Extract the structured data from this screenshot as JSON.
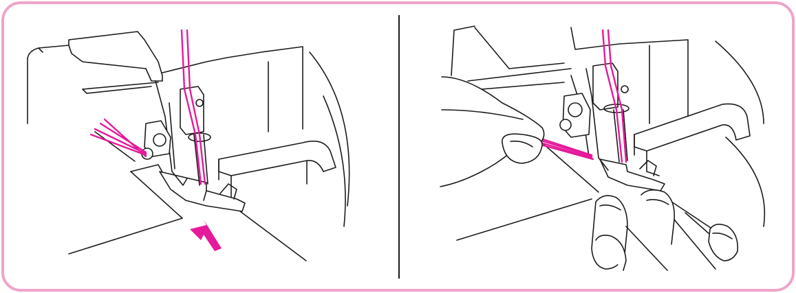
{
  "colors": {
    "border": "#f0a3c8",
    "thread": "#e6199a",
    "arrow": "#e6199a",
    "ink": "#1a1a1a",
    "background": "#ffffff"
  },
  "panels": [
    {
      "id": "left",
      "illustration": "overlock-presser-foot-with-threads-and-feed-arrow",
      "icons": [
        "arrow-icon"
      ]
    },
    {
      "id": "right",
      "illustration": "fingers-holding-threads-behind-presser-foot",
      "icons": []
    }
  ]
}
